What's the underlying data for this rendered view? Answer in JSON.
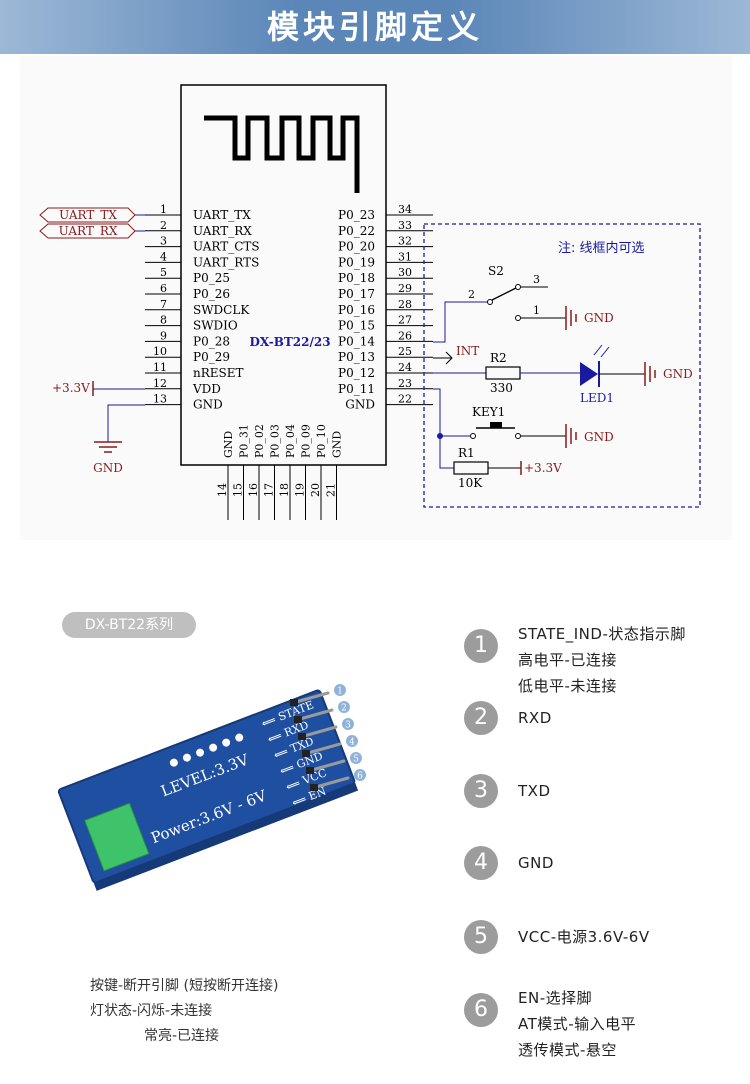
{
  "header": {
    "title": "模块引脚定义"
  },
  "schematic": {
    "chip_label": "DX-BT22/23",
    "left_pins": [
      {
        "num": "1",
        "name": "UART_TX"
      },
      {
        "num": "2",
        "name": "UART_RX"
      },
      {
        "num": "3",
        "name": "UART_CTS"
      },
      {
        "num": "4",
        "name": "UART_RTS"
      },
      {
        "num": "5",
        "name": "P0_25"
      },
      {
        "num": "6",
        "name": "P0_26"
      },
      {
        "num": "7",
        "name": "SWDCLK"
      },
      {
        "num": "8",
        "name": "SWDIO"
      },
      {
        "num": "9",
        "name": "P0_28"
      },
      {
        "num": "10",
        "name": "P0_29"
      },
      {
        "num": "11",
        "name": "nRESET"
      },
      {
        "num": "12",
        "name": "VDD"
      },
      {
        "num": "13",
        "name": "GND"
      }
    ],
    "right_pins": [
      {
        "num": "34",
        "name": "P0_23"
      },
      {
        "num": "33",
        "name": "P0_22"
      },
      {
        "num": "32",
        "name": "P0_20"
      },
      {
        "num": "31",
        "name": "P0_19"
      },
      {
        "num": "30",
        "name": "P0_18"
      },
      {
        "num": "29",
        "name": "P0_17"
      },
      {
        "num": "28",
        "name": "P0_16"
      },
      {
        "num": "27",
        "name": "P0_15"
      },
      {
        "num": "26",
        "name": "P0_14"
      },
      {
        "num": "25",
        "name": "P0_13"
      },
      {
        "num": "24",
        "name": "P0_12"
      },
      {
        "num": "23",
        "name": "P0_11"
      },
      {
        "num": "22",
        "name": "GND"
      }
    ],
    "bottom_pins": [
      {
        "num": "14",
        "name": "GND"
      },
      {
        "num": "15",
        "name": "P0_31"
      },
      {
        "num": "16",
        "name": "P0_02"
      },
      {
        "num": "17",
        "name": "P0_03"
      },
      {
        "num": "18",
        "name": "P0_04"
      },
      {
        "num": "19",
        "name": "P0_09"
      },
      {
        "num": "20",
        "name": "P0_10"
      },
      {
        "num": "21",
        "name": "GND"
      }
    ],
    "net_uart_tx": "UART_TX",
    "net_uart_rx": "UART_RX",
    "net_vcc_left": "+3.3V",
    "net_gnd_left": "GND",
    "note": "注: 线框内可选",
    "s2_label": "S2",
    "s2_pin2": "2",
    "s2_pin3": "3",
    "s2_pin1": "1",
    "gnd": "GND",
    "int_label": "INT",
    "r2_label": "R2",
    "r2_value": "330",
    "led_label": "LED1",
    "key_label": "KEY1",
    "r1_label": "R1",
    "r1_value": "10K",
    "vcc_right": "+3.3V"
  },
  "module": {
    "series_badge": "DX-BT22系列",
    "silk_level": "LEVEL:3.3V",
    "silk_power": "Power:3.6V - 6V",
    "silk_pins": [
      "STATE",
      "RXD",
      "TXD",
      "GND",
      "VCC",
      "EN"
    ],
    "pin_numbers": [
      "1",
      "2",
      "3",
      "4",
      "5",
      "6"
    ]
  },
  "pins": [
    {
      "num": "1",
      "lines": [
        "STATE_IND-状态指示脚",
        "高电平-已连接",
        "低电平-未连接"
      ]
    },
    {
      "num": "2",
      "lines": [
        "RXD"
      ]
    },
    {
      "num": "3",
      "lines": [
        "TXD"
      ]
    },
    {
      "num": "4",
      "lines": [
        "GND"
      ]
    },
    {
      "num": "5",
      "lines": [
        "VCC-电源3.6V-6V"
      ]
    },
    {
      "num": "6",
      "lines": [
        "EN-选择脚",
        "AT模式-输入电平",
        "透传模式-悬空"
      ]
    }
  ],
  "notes": {
    "line1": "按键-断开引脚 (短按断开连接)",
    "line2": "灯状态-闪烁-未连接",
    "line3": "常亮-已连接"
  },
  "colors": {
    "banner": "#5a86b8",
    "wire_blue": "#1a1aa0",
    "net_red": "#8b1a1a",
    "pcb_blue": "#1f4fa0",
    "pin_circle": "#9c9c9c"
  }
}
